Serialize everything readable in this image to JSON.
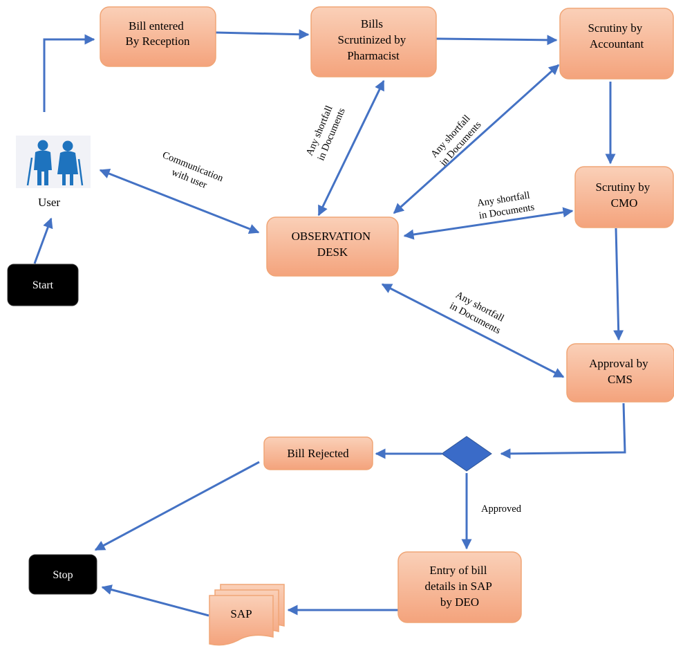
{
  "colors": {
    "box_top": "#fad0b8",
    "box_bottom": "#f4a37c",
    "box_stroke": "#f0a576",
    "connector": "#4472c4",
    "decision": "#3a6bc8",
    "terminal": "#000000",
    "user_icon": "#1e73be"
  },
  "nodes": {
    "bill_entered": [
      "Bill entered",
      "By Reception"
    ],
    "bills_scrutinized": [
      "Bills",
      "Scrutinized by",
      "Pharmacist"
    ],
    "scrutiny_accountant": [
      "Scrutiny by",
      "Accountant"
    ],
    "scrutiny_cmo": [
      "Scrutiny by",
      "CMO"
    ],
    "approval_cms": [
      "Approval by",
      "CMS"
    ],
    "observation_desk": [
      "OBSERVATION",
      "DESK"
    ],
    "bill_rejected": "Bill Rejected",
    "entry_sap": [
      "Entry of bill",
      "details in SAP",
      "by DEO"
    ],
    "sap_doc": "SAP",
    "start": "Start",
    "stop": "Stop",
    "user": "User"
  },
  "edge_labels": {
    "communication": [
      "Communication",
      "with user"
    ],
    "shortfall_pharmacist": [
      "Any shortfall",
      "in Documents"
    ],
    "shortfall_accountant": [
      "Any shortfall",
      "in Documents"
    ],
    "shortfall_cmo": [
      "Any shortfall",
      "in Documents"
    ],
    "shortfall_cms": [
      "Any shortfall",
      "in Documents"
    ],
    "approved": "Approved"
  },
  "icons": {
    "user": "elderly-couple-icon",
    "decision": "decision-diamond",
    "document": "multi-document-icon"
  }
}
